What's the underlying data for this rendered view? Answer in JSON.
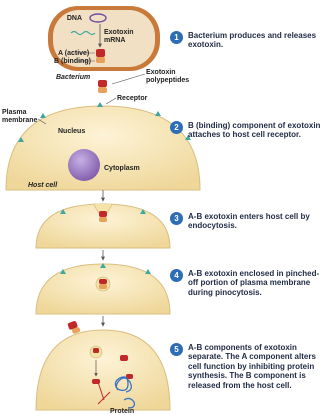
{
  "labels": {
    "dna": "DNA",
    "exotoxin_mrna": "Exotoxin\nmRNA",
    "a_active": "A (active)",
    "b_binding": "B (binding)",
    "bacterium": "Bacterium",
    "exotoxin_polypeptides": "Exotoxin\npolypeptides",
    "receptor": "Receptor",
    "plasma_membrane": "Plasma\nmembrane",
    "nucleus": "Nucleus",
    "cytoplasm": "Cytoplasm",
    "host_cell": "Host cell",
    "protein": "Protein"
  },
  "steps": [
    {
      "num": "1",
      "text": "Bacterium produces and releases exotoxin."
    },
    {
      "num": "2",
      "text": "B (binding) component of exotoxin attaches to host cell receptor."
    },
    {
      "num": "3",
      "text": "A-B exotoxin enters host cell by endocytosis."
    },
    {
      "num": "4",
      "text": "A-B exotoxin enclosed in pinched-off portion of plasma membrane during pinocytosis."
    },
    {
      "num": "5",
      "text": "A-B components of exotoxin separate. The A component alters cell function by inhibiting protein synthesis. The B component is released from the host cell."
    }
  ],
  "colors": {
    "bacterium_fill": "#c97a3a",
    "bacterium_inner": "#f2e0c4",
    "cell_fill": "#f8e6b8",
    "nucleus": "#9b7ac4",
    "toxin_a": "#c0282a",
    "toxin_b": "#e8a15a",
    "receptor": "#3fa7a0",
    "badge": "#2d6db5",
    "protein": "#3a73c4"
  }
}
